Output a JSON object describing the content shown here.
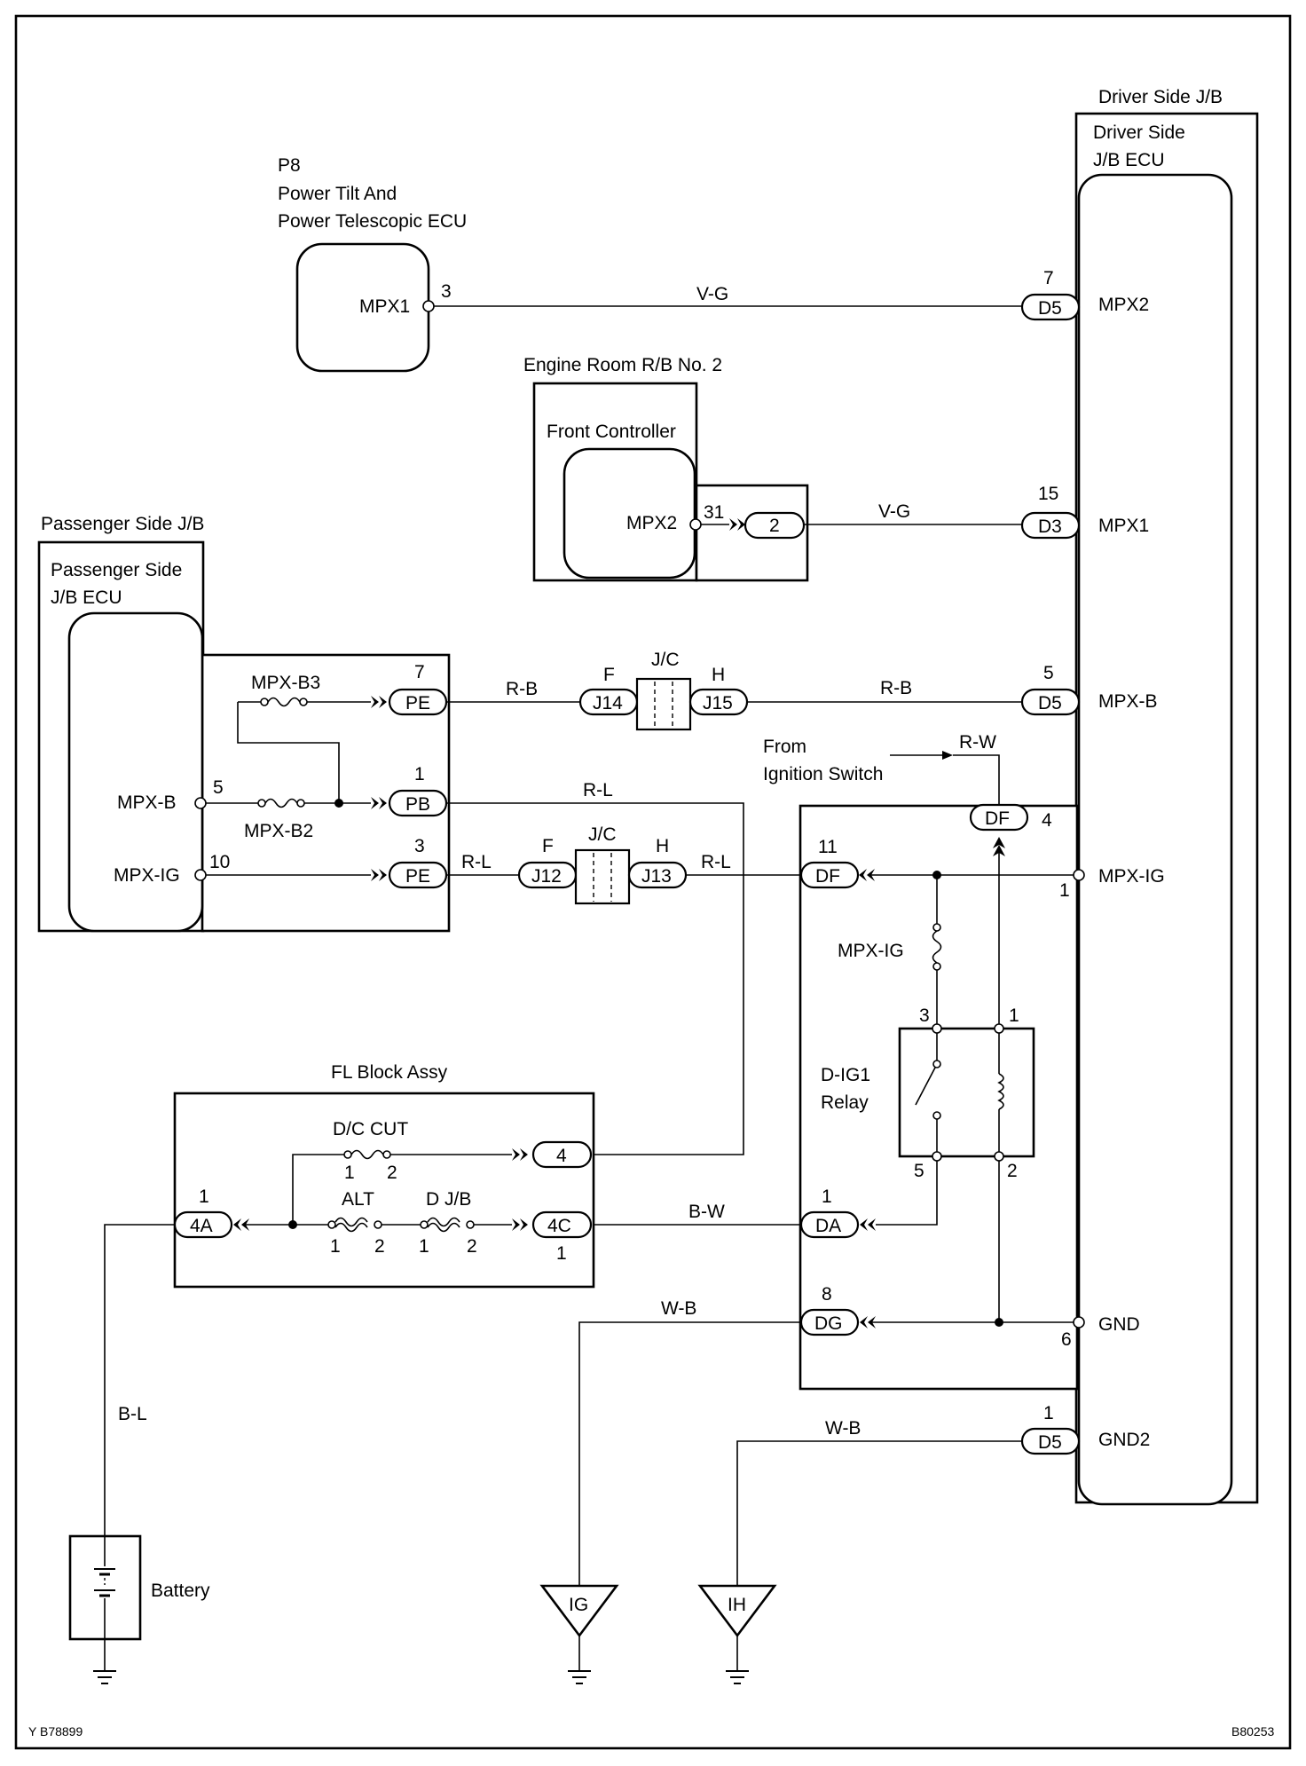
{
  "components": {
    "driver_jb": "Driver Side J/B",
    "driver_ecu_l1": "Driver Side",
    "driver_ecu_l2": "J/B ECU",
    "p8_l1": "P8",
    "p8_l2": "Power Tilt And",
    "p8_l3": "Power Telescopic ECU",
    "engine_rb": "Engine Room R/B No. 2",
    "front_controller": "Front Controller",
    "passenger_jb": "Passenger Side J/B",
    "passenger_ecu_l1": "Passenger Side",
    "passenger_ecu_l2": "J/B ECU",
    "fl_block": "FL Block Assy",
    "relay_l1": "D-IG1",
    "relay_l2": "Relay",
    "battery": "Battery",
    "from_ign_l1": "From",
    "from_ign_l2": "Ignition Switch"
  },
  "pins": {
    "p8_mpx1": "MPX1",
    "d_mpx2": "MPX2",
    "fc_mpx2": "MPX2",
    "d_mpx1": "MPX1",
    "d_mpxb": "MPX-B",
    "p_mpxb": "MPX-B",
    "p_mpxig": "MPX-IG",
    "d_mpxig": "MPX-IG",
    "d_gnd": "GND",
    "d_gnd2": "GND2"
  },
  "fuses": {
    "mpxb3": "MPX-B3",
    "mpxb2": "MPX-B2",
    "mpxig": "MPX-IG",
    "dccut": "D/C CUT",
    "alt": "ALT",
    "djb": "D J/B"
  },
  "connectors": {
    "d5a": "D5",
    "d3": "D3",
    "d5b": "D5",
    "d5c": "D5",
    "c2": "2",
    "pe7": "PE",
    "pb": "PB",
    "pe3": "PE",
    "j14": "J14",
    "j15": "J15",
    "j12": "J12",
    "j13": "J13",
    "df4": "DF",
    "df11": "DF",
    "da": "DA",
    "dg": "DG",
    "c4": "4",
    "c4a": "4A",
    "c4c": "4C",
    "ig": "IG",
    "ih": "IH"
  },
  "jc": {
    "jc1": "J/C",
    "jc1_f": "F",
    "jc1_h": "H",
    "jc2": "J/C",
    "jc2_f": "F",
    "jc2_h": "H"
  },
  "wires": {
    "vg1": "V-G",
    "vg2": "V-G",
    "rb1": "R-B",
    "rb2": "R-B",
    "rl1": "R-L",
    "rl2": "R-L",
    "rl3": "R-L",
    "rw": "R-W",
    "bw": "B-W",
    "wb1": "W-B",
    "wb2": "W-B",
    "bl": "B-L"
  },
  "pin_numbers": {
    "p8_3": "3",
    "d5_7": "7",
    "fc_31": "31",
    "d3_15": "15",
    "pe_7": "7",
    "d5_5": "5",
    "pb_1": "1",
    "p_5": "5",
    "df_4": "4",
    "pe_3": "3",
    "p_10": "10",
    "df_11": "11",
    "d_1": "1",
    "r_3": "3",
    "r_1": "1",
    "r_5": "5",
    "r_2": "2",
    "fl_1": "1",
    "dc_1": "1",
    "dc_2": "2",
    "alt_1": "1",
    "alt_2": "2",
    "djb_1": "1",
    "djb_2": "2",
    "c4c_1": "1",
    "da_1": "1",
    "dg_8": "8",
    "d_6": "6",
    "d5_1": "1"
  },
  "footer": {
    "left_code": "Y B78899",
    "right_code": "B80253"
  }
}
